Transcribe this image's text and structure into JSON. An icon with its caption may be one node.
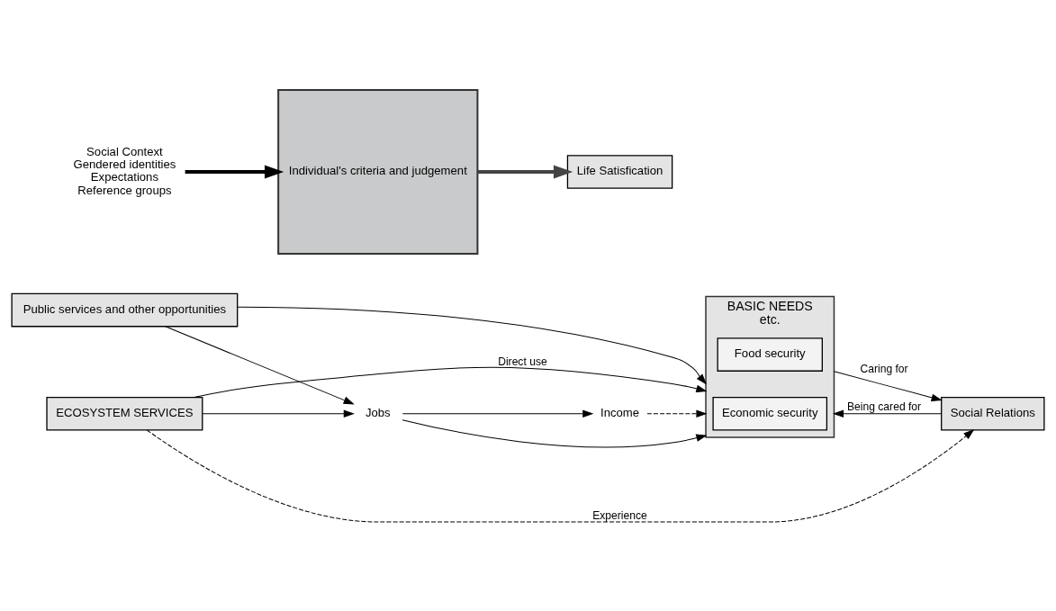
{
  "diagram": {
    "nodes": [
      {
        "text": [
          "ECOSYSTEM SERVICES"
        ]
      },
      {
        "text": [
          "Public services and other opportunities"
        ]
      },
      {
        "text": [
          "Jobs"
        ]
      },
      {
        "text": [
          "Income"
        ]
      },
      {
        "text": [
          "BASIC NEEDS",
          "etc."
        ]
      },
      {
        "text": [
          "Economic security"
        ],
        "in": 4
      },
      {
        "text": [
          "Food security"
        ],
        "in": 4
      },
      {
        "text": [
          "Social Relations"
        ]
      },
      {
        "text": [
          "Social Context",
          "Gendered identities",
          "Expectations",
          "Reference groups"
        ]
      },
      {
        "text": [
          "Individual's criteria and judgement"
        ]
      },
      {
        "text": [
          "Life Satisfication"
        ]
      }
    ],
    "edges": [
      {
        "from": 0,
        "to": 2,
        "arrow": "to"
      },
      {
        "from": 1,
        "to": 2,
        "arrow": "to"
      },
      {
        "from": 2,
        "to": 3,
        "arrow": "to"
      },
      {
        "from": 2,
        "to": 4,
        "arrow": "to"
      },
      {
        "from": 1,
        "to": 4,
        "arrow": "to"
      },
      {
        "from": 3,
        "to": 4,
        "arrow": "to",
        "style": "dashed"
      },
      {
        "from": 0,
        "to": 4,
        "arrow": "to",
        "label": "Direct use"
      },
      {
        "from": 0,
        "to": 7,
        "arrow": "to",
        "label": "Experience",
        "style": "dashed"
      },
      {
        "from": 7,
        "to": 4,
        "arrow": "to",
        "label": "Being cared for"
      },
      {
        "from": 4,
        "to": 7,
        "arrow": "to",
        "label": "Caring for"
      },
      {
        "from": 8,
        "to": 9,
        "arrow": "to",
        "style": "thick"
      },
      {
        "from": 9,
        "to": 10,
        "arrow": "to",
        "style": "thick",
        "color": "#444444"
      }
    ]
  }
}
